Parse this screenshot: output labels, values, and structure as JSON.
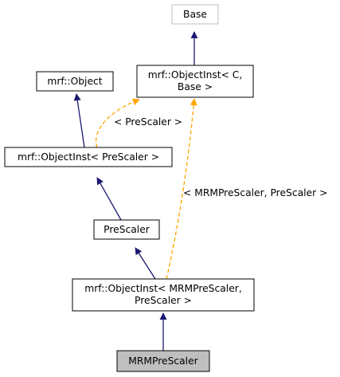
{
  "diagram": {
    "type": "class-inheritance-graph",
    "colors": {
      "inheritance_edge": "#191970",
      "template_edge": "#ffa500",
      "node_border": "#000000",
      "base_node_border": "#bfbfbf",
      "highlight_fill": "#bfbfbf",
      "node_fill": "#ffffff"
    },
    "nodes": [
      {
        "id": "base",
        "lines": [
          "Base"
        ]
      },
      {
        "id": "object_inst_c_base",
        "lines": [
          "mrf::ObjectInst< C,",
          "Base >"
        ]
      },
      {
        "id": "mrf_object",
        "lines": [
          "mrf::Object"
        ]
      },
      {
        "id": "object_inst_prescaler",
        "lines": [
          "mrf::ObjectInst< PreScaler >"
        ]
      },
      {
        "id": "prescaler",
        "lines": [
          "PreScaler"
        ]
      },
      {
        "id": "object_inst_mrmprescaler",
        "lines": [
          "mrf::ObjectInst< MRMPreScaler,",
          "PreScaler >"
        ]
      },
      {
        "id": "mrmprescaler",
        "lines": [
          "MRMPreScaler"
        ]
      }
    ],
    "edges": [
      {
        "from": "object_inst_c_base",
        "to": "base",
        "kind": "inheritance"
      },
      {
        "from": "object_inst_prescaler",
        "to": "mrf_object",
        "kind": "inheritance"
      },
      {
        "from": "object_inst_prescaler",
        "to": "object_inst_c_base",
        "kind": "template",
        "label": "< PreScaler >"
      },
      {
        "from": "prescaler",
        "to": "object_inst_prescaler",
        "kind": "inheritance"
      },
      {
        "from": "object_inst_mrmprescaler",
        "to": "prescaler",
        "kind": "inheritance"
      },
      {
        "from": "object_inst_mrmprescaler",
        "to": "object_inst_c_base",
        "kind": "template",
        "label": "< MRMPreScaler, PreScaler >"
      },
      {
        "from": "mrmprescaler",
        "to": "object_inst_mrmprescaler",
        "kind": "inheritance"
      }
    ]
  }
}
